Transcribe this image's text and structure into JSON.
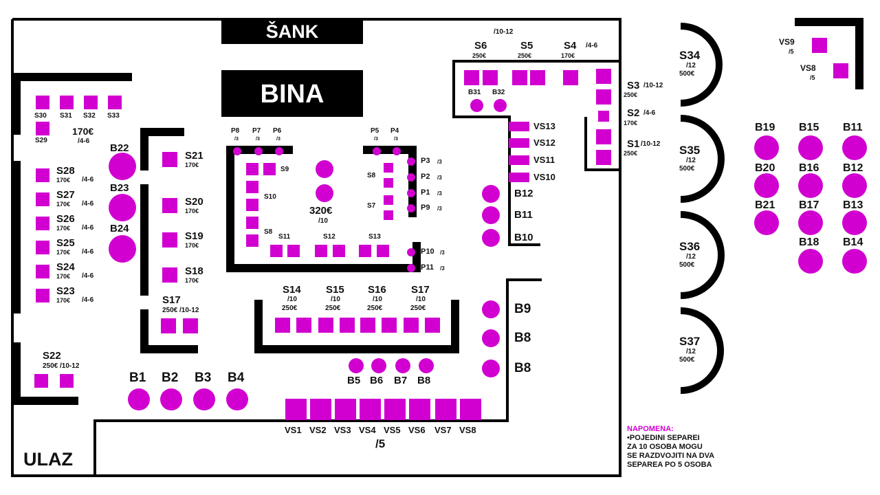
{
  "header": {
    "bar": "ŠANK",
    "stage": "BINA",
    "entrance": "ULAZ"
  },
  "colors": {
    "seat": "#d100d1",
    "wall": "#000000",
    "note_title": "#d100d1"
  },
  "left_column": {
    "top_row": [
      "S30",
      "S31",
      "S32",
      "S33"
    ],
    "s29": "S29",
    "price_label": "170€",
    "cap_label": "/4-6",
    "seats": [
      {
        "name": "S28",
        "price": "170€",
        "cap": "/4-6"
      },
      {
        "name": "S27",
        "price": "170€",
        "cap": "/4-6"
      },
      {
        "name": "S26",
        "price": "170€",
        "cap": "/4-6"
      },
      {
        "name": "S25",
        "price": "170€",
        "cap": "/4-6"
      },
      {
        "name": "S24",
        "price": "170€",
        "cap": "/4-6"
      },
      {
        "name": "S23",
        "price": "170€",
        "cap": "/4-6"
      }
    ],
    "s22": {
      "name": "S22",
      "info": "250€ /10-12"
    }
  },
  "left_bars": [
    "B22",
    "B23",
    "B24"
  ],
  "mid_left": {
    "seats": [
      {
        "name": "S21",
        "price": "170€"
      },
      {
        "name": "S20",
        "price": "170€"
      },
      {
        "name": "S19",
        "price": "170€"
      },
      {
        "name": "S18",
        "price": "170€"
      }
    ],
    "s17": {
      "name": "S17",
      "info": "250€ /10-12"
    }
  },
  "bottom_bars": [
    "B1",
    "B2",
    "B3",
    "B4"
  ],
  "center": {
    "p_left": [
      {
        "name": "P8",
        "cap": "/3"
      },
      {
        "name": "P7",
        "cap": "/3"
      },
      {
        "name": "P6",
        "cap": "/3"
      }
    ],
    "p_right_top": [
      {
        "name": "P5",
        "cap": "/3"
      },
      {
        "name": "P4",
        "cap": "/3"
      }
    ],
    "p_right_side": [
      {
        "name": "P3",
        "cap": "/3"
      },
      {
        "name": "P2",
        "cap": "/3"
      },
      {
        "name": "P1",
        "cap": "/3"
      },
      {
        "name": "P9",
        "cap": "/3"
      }
    ],
    "p_bottom": [
      {
        "name": "P10",
        "cap": "/3"
      },
      {
        "name": "P11",
        "cap": "/3"
      }
    ],
    "labels": {
      "s9": "S9",
      "s10": "S10",
      "s8a": "S8",
      "s8b": "S8",
      "s7": "S7",
      "s11": "S11",
      "s12": "S12",
      "s13": "S13"
    },
    "vip": {
      "price": "320€",
      "cap": "/10"
    }
  },
  "front_row": [
    {
      "name": "S14",
      "cap": "/10",
      "price": "250€"
    },
    {
      "name": "S15",
      "cap": "/10",
      "price": "250€"
    },
    {
      "name": "S16",
      "cap": "/10",
      "price": "250€"
    },
    {
      "name": "S17",
      "cap": "/10",
      "price": "250€"
    }
  ],
  "small_bars": [
    "B5",
    "B6",
    "B7",
    "B8"
  ],
  "vs_bottom": {
    "labels": [
      "VS1",
      "VS2",
      "VS3",
      "VS4",
      "VS5",
      "VS6",
      "VS7",
      "VS8"
    ],
    "cap": "/5"
  },
  "right_bars": [
    "B12",
    "B11",
    "B10",
    "B9",
    "B8",
    "B8"
  ],
  "top_right": {
    "top_cap": "/10-12",
    "s6": {
      "name": "S6",
      "price": "250€"
    },
    "s5": {
      "name": "S5",
      "price": "250€"
    },
    "s4": {
      "name": "S4",
      "price": "170€",
      "cap": "/4-6"
    },
    "b31": "B31",
    "b32": "B32",
    "vs_list": [
      "VS13",
      "VS12",
      "VS11",
      "VS10"
    ],
    "s3": {
      "name": "S3",
      "cap": "/10-12",
      "price": "250€"
    },
    "s2": {
      "name": "S2",
      "cap": "/4-6",
      "price": "170€"
    },
    "s1": {
      "name": "S1",
      "cap": "/10-12",
      "price": "250€"
    }
  },
  "lounges": [
    {
      "name": "S34",
      "cap": "/12",
      "price": "500€"
    },
    {
      "name": "S35",
      "cap": "/12",
      "price": "500€"
    },
    {
      "name": "S36",
      "cap": "/12",
      "price": "500€"
    },
    {
      "name": "S37",
      "cap": "/12",
      "price": "500€"
    }
  ],
  "vs_corner": [
    {
      "name": "VS9",
      "cap": "/5"
    },
    {
      "name": "VS8",
      "cap": "/5"
    }
  ],
  "far_right_bars": {
    "row1": [
      "B19",
      "B15",
      "B11"
    ],
    "row2": [
      "B20",
      "B16",
      "B12"
    ],
    "row3": [
      "B21",
      "B17",
      "B13"
    ],
    "row4": [
      "B18",
      "B14"
    ]
  },
  "note": {
    "title": "NAPOMENA:",
    "lines": [
      "•POJEDINI SEPAREI",
      "ZA 10 OSOBA MOGU",
      "SE RAZDVOJITI NA DVA",
      "SEPAREA PO 5 OSOBA"
    ]
  }
}
